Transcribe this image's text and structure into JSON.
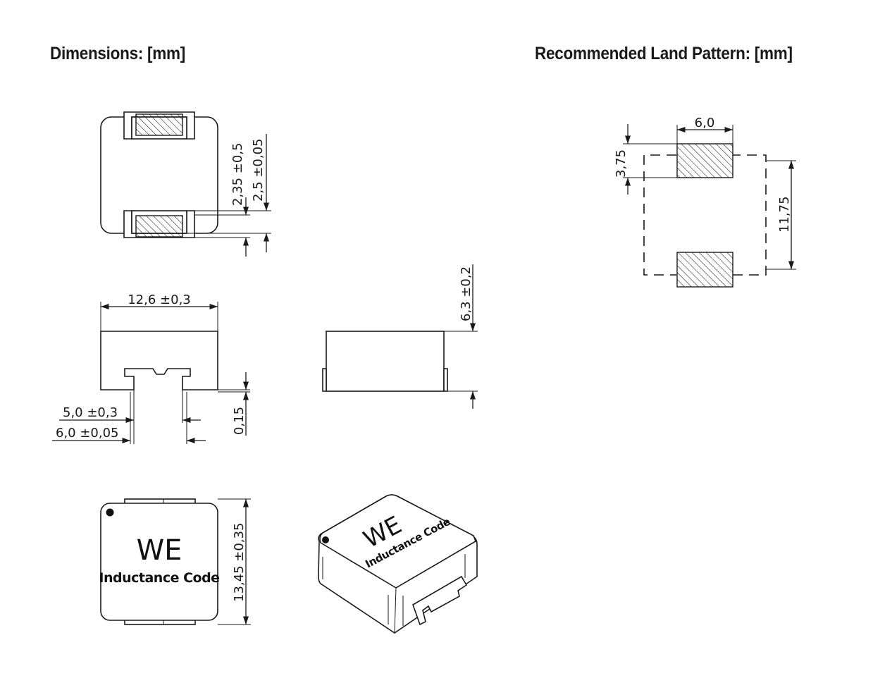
{
  "headings": {
    "dimensions": "Dimensions: [mm]",
    "land_pattern": "Recommended Land Pattern: [mm]"
  },
  "dimensions": {
    "pad_offset": "2,35 ±0,5",
    "pad_length": "2,5 ±0,05",
    "width": "12,6 ±0,3",
    "height": "6,3 ±0,2",
    "inner_gap": "5,0 ±0,3",
    "outer_gap": "6,0 ±0,05",
    "standoff": "0,15",
    "length": "13,45 ±0,35"
  },
  "marking": {
    "logo": "WE",
    "code": "Inductance Code"
  },
  "land_pattern": {
    "pad_width": "6,0",
    "pad_height": "3,75",
    "pitch": "11,75"
  }
}
